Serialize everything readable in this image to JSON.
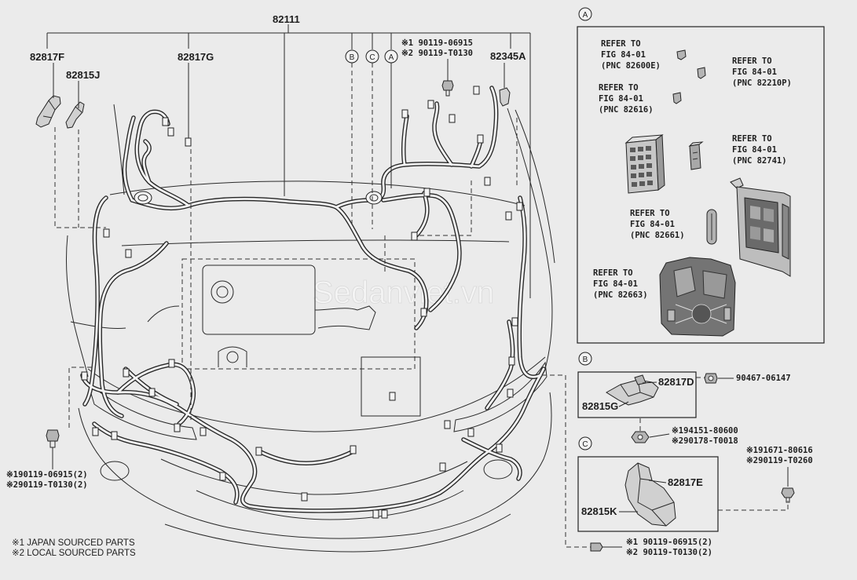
{
  "callouts": {
    "harness": "82111",
    "p82817F": "82817F",
    "p82815J": "82815J",
    "p82817G": "82817G",
    "p82345A": "82345A"
  },
  "view_markers": {
    "b": "B",
    "c": "C",
    "a": "A"
  },
  "top_fastener": {
    "line1": "※1 90119-06915",
    "line2": "※2 90119-T0130"
  },
  "left_fastener": {
    "line1": "※190119-06915(2)",
    "line2": "※290119-T0130(2)"
  },
  "legend": {
    "line1": "※1 JAPAN SOURCED PARTS",
    "line2": "※2 LOCAL SOURCED PARTS"
  },
  "detail_a": {
    "marker": "A",
    "refs": [
      {
        "line1": "REFER TO",
        "line2": "FIG 84-01",
        "line3": "(PNC 82600E)"
      },
      {
        "line1": "REFER TO",
        "line2": "FIG 84-01",
        "line3": "(PNC 82210P)"
      },
      {
        "line1": "REFER TO",
        "line2": "FIG 84-01",
        "line3": "(PNC 82616)"
      },
      {
        "line1": "REFER TO",
        "line2": "FIG 84-01",
        "line3": "(PNC 82741)"
      },
      {
        "line1": "REFER TO",
        "line2": "FIG 84-01",
        "line3": "(PNC 82661)"
      },
      {
        "line1": "REFER TO",
        "line2": "FIG 84-01",
        "line3": "(PNC 82663)"
      }
    ]
  },
  "detail_b": {
    "marker": "B",
    "bracket_upper": "82817D",
    "bracket_lower": "82815G",
    "bolt": "90467-06147",
    "nut": {
      "line1": "※194151-80600",
      "line2": "※290178-T0018"
    }
  },
  "detail_c": {
    "marker": "C",
    "bracket_upper": "82817E",
    "bracket_lower": "82815K",
    "bolt": {
      "line1": "※191671-80616",
      "line2": "※290119-T0260"
    },
    "screw": {
      "line1": "※1 90119-06915(2)",
      "line2": "※2 90119-T0130(2)"
    }
  },
  "watermark": "Sedanviet.vn"
}
